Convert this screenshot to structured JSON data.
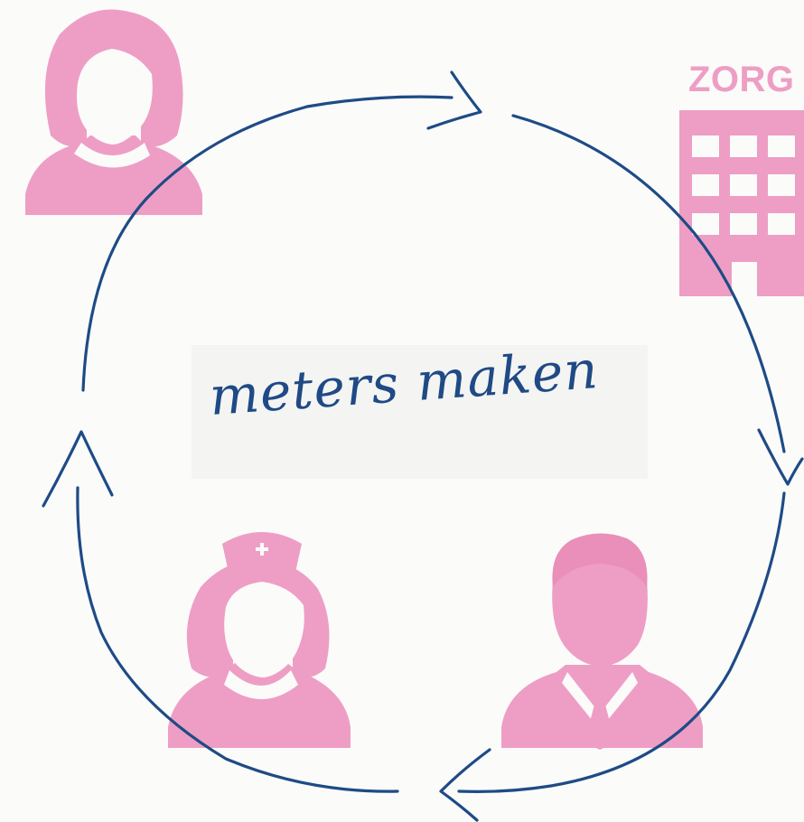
{
  "labels": {
    "care_institution": "ZORG",
    "center_note": "meters maken"
  },
  "colors": {
    "figure_pink": "#ee9ec4",
    "ink_blue": "#1e4b86",
    "paper": "#fbfbfa"
  },
  "icons": [
    "woman-icon",
    "hospital-building-icon",
    "nurse-icon",
    "man-in-suit-icon"
  ],
  "arrows": [
    "top-arrow",
    "right-arrow",
    "bottom-arrow",
    "left-arrow"
  ]
}
